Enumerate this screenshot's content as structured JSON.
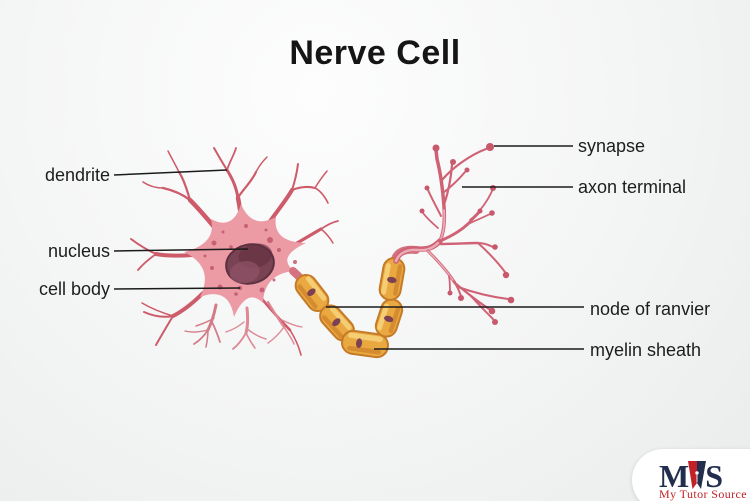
{
  "title": "Nerve Cell",
  "diagram": {
    "subject": "neuron anatomy",
    "labels": {
      "dendrite": "dendrite",
      "nucleus": "nucleus",
      "cell_body": "cell body",
      "synapse": "synapse",
      "axon_terminal": "axon terminal",
      "node_of_ranvier": "node of ranvier",
      "myelin_sheath": "myelin sheath"
    }
  },
  "logo": {
    "acronym": "MTS",
    "letter_left": "M",
    "letter_right": "S",
    "icon": "pen-nib-icon",
    "tagline": "My Tutor Source"
  },
  "colors": {
    "background_top": "#fdfdfd",
    "background_edge": "#e7e9e9",
    "title_text": "#151515",
    "label_text": "#1d1d1d",
    "leader_line": "#1b1b1b",
    "soma_pink": "#ec9ba5",
    "dendrite_rose": "#cd5b6a",
    "dendrite_light": "#dd8a96",
    "nucleus_maroon": "#7a4353",
    "myelin_gold": "#e9a840",
    "myelin_shadow": "#c57a28",
    "myelin_highlight": "#f6d077",
    "axon_pink": "#d4737f",
    "terminal_rose": "#cf6274",
    "logo_navy": "#232e4e",
    "logo_red": "#c22127",
    "logo_background": "#ffffff"
  }
}
